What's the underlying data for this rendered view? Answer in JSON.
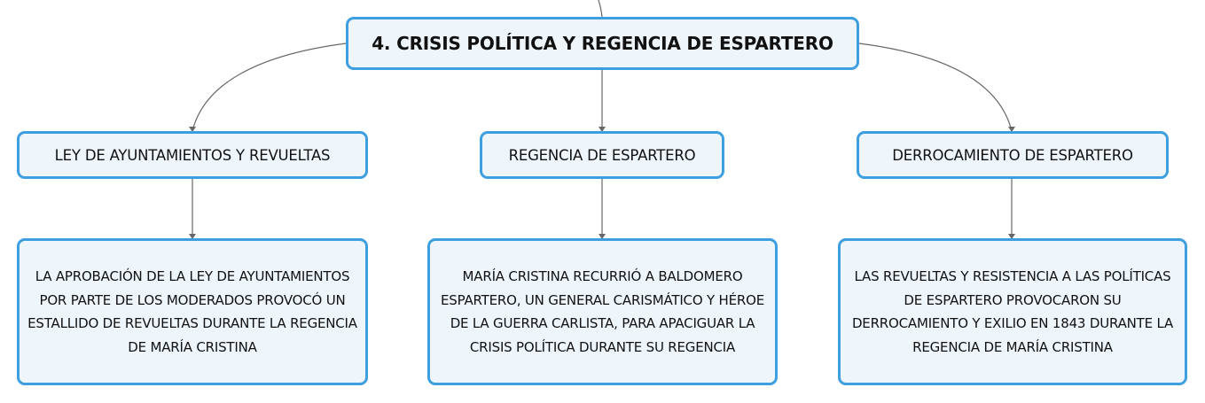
{
  "diagram": {
    "root": {
      "label": "4. CRISIS POLÍTICA Y REGENCIA DE ESPARTERO"
    },
    "branches": [
      {
        "label": "LEY DE AYUNTAMIENTOS Y REVUELTAS",
        "detail": "LA APROBACIÓN DE LA LEY DE AYUNTAMIENTOS POR PARTE DE LOS MODERADOS PROVOCÓ UN ESTALLIDO DE REVUELTAS DURANTE LA REGENCIA DE MARÍA CRISTINA"
      },
      {
        "label": "REGENCIA DE ESPARTERO",
        "detail": "MARÍA CRISTINA RECURRIÓ A BALDOMERO ESPARTERO, UN GENERAL CARISMÁTICO Y HÉROE DE LA GUERRA CARLISTA, PARA APACIGUAR LA CRISIS POLÍTICA DURANTE SU REGENCIA"
      },
      {
        "label": "DERROCAMIENTO DE ESPARTERO",
        "detail": "LAS REVUELTAS Y RESISTENCIA A LAS POLÍTICAS DE ESPARTERO PROVOCARON SU DERROCAMIENTO Y EXILIO EN 1843 DURANTE LA REGENCIA DE MARÍA CRISTINA"
      }
    ],
    "colors": {
      "node_border": "#3d9ee0",
      "node_fill": "#eef6fc",
      "connector": "#666666"
    }
  }
}
